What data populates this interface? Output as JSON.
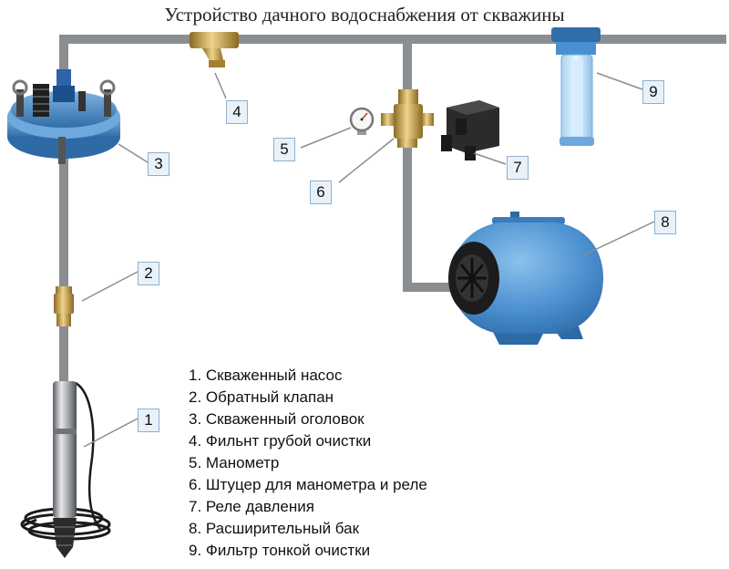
{
  "title": "Устройство дачного водоснабжения от скважины",
  "callouts": [
    "1",
    "2",
    "3",
    "4",
    "5",
    "6",
    "7",
    "8",
    "9"
  ],
  "legend": [
    "1. Скваженный насос",
    "2. Обратный клапан",
    "3. Скваженный оголовок",
    "4. Фильнт грубой очистки",
    "5. Манометр",
    "6. Штуцер для манометра и реле",
    "7. Реле давления",
    "8. Расширительный бак",
    "9. Фильтр тонкой очистки"
  ],
  "colors": {
    "pipe": "#8a8d91",
    "brass": "#c9a24a",
    "blue": "#4a8fd0",
    "dark": "#2b2b2b",
    "badge": "#e9f1f9"
  }
}
